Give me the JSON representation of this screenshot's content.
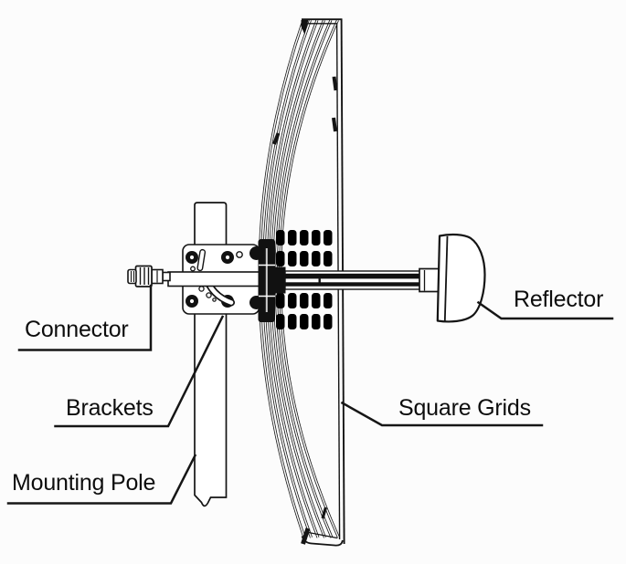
{
  "figure": {
    "type": "technical line drawing",
    "subject": "Grid parabolic antenna — side view with mounting hardware",
    "background_color": "#fcfcfc",
    "line_color": "#141414",
    "text_color": "#0d0d0d"
  },
  "diagram": {
    "parts": [
      {
        "id": "connector",
        "label": "Connector"
      },
      {
        "id": "brackets",
        "label": "Brackets"
      },
      {
        "id": "mounting-pole",
        "label": "Mounting Pole"
      },
      {
        "id": "square-grids",
        "label": "Square Grids"
      },
      {
        "id": "reflector",
        "label": "Reflector"
      }
    ]
  }
}
